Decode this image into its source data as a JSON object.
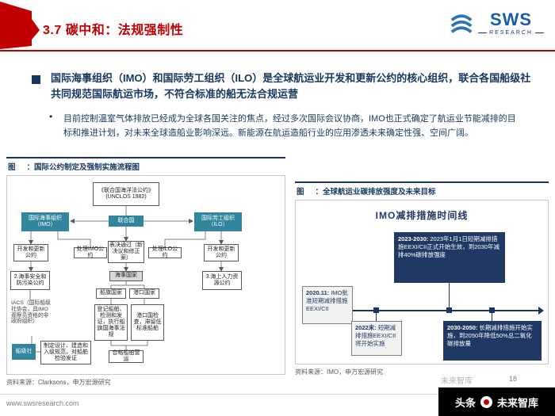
{
  "header": {
    "title": "3.7 碳中和：法规强制性",
    "logo_text": "SWS",
    "logo_subtext": "RESEARCH"
  },
  "content": {
    "bullet_char": "•",
    "main_bullet": "国际海事组织（IMO）和国际劳工组织（ILO）是全球航运业开发和更新公约的核心组织，联合各国船级社共同规范国际航运市场，不符合标准的船无法合规运营",
    "sub_bullet": "目前控制温室气体排放已经成为全球各国关注的焦点，经过多次国际会议协商，IMO也正式确定了航运业节能减排的目标和推进计划，对未来全球造船业影响深远。新能源在航运造船行业的应用渗透未来确定性强、空间广阔。"
  },
  "figure_left": {
    "caption_label": "图",
    "caption_text": "：国际公约制定及强制实施流程图",
    "source": "资料来源：Clarksons，申万宏源研究",
    "nodes": {
      "unclos": "《联合国海洋法公约》(UNCLOS 1982)",
      "un": "联合国",
      "imo": "国际海事组织（IMO）",
      "ilo": "国际劳工组织（ILO）",
      "dev_left": "开发和更新公约",
      "handle_imo": "处理IMO公约",
      "vote": "表决通过（新决议和修正案）",
      "handle_ilo": "处理ILO公约",
      "dev_right": "开发和更新公约",
      "conv_left": "2.海事安全和防污染公约",
      "conv_right": "3.海上人力资源公约",
      "maritime_states": "海事国家",
      "flag_state": "船旗国家",
      "port_state": "港口国家",
      "register": "登记船舶、检测和发证，执行船旗国海事法规",
      "port_check": "港口国检查，滞留低标准船舶",
      "iacs": "IACS（国际船级社协会，具IMO观察员资格的非政府组织）",
      "class_society": "船级社",
      "rules": "制定设计、建造和入级规范，对船舶检验发证",
      "operate": "合格船舶营运"
    }
  },
  "figure_right": {
    "caption_label": "图",
    "caption_text": "：全球航运业碳排放强度及未来目标",
    "chart_title": "IMO减排措施时间线",
    "source": "资料来源：IMO，申万宏源研究",
    "events": [
      {
        "period": "2020.11:",
        "desc": "IMO批准短期减排措施EEXI/CII"
      },
      {
        "period": "2022末:",
        "desc": "短期减排措施EEXI/CII将开始实施"
      },
      {
        "period": "2023-2030:",
        "desc": "2023年1月1日短期减排措施EEXI/CII正式开始生效，到2030年减排40%碳排放强度"
      },
      {
        "period": "2030-2050:",
        "desc": "长期减排措施开始实施，到2050年降低50%总二氧化碳排放量"
      }
    ]
  },
  "footer": {
    "url": "www.swsresearch.com",
    "page_number": "18",
    "watermark_text": "未来智库",
    "badge_prefix": "头条",
    "badge_suffix": "未来智库"
  },
  "colors": {
    "accent_red": "#C00000",
    "navy": "#17375E",
    "teal": "#31859C",
    "dark_box": "#1F3864"
  }
}
